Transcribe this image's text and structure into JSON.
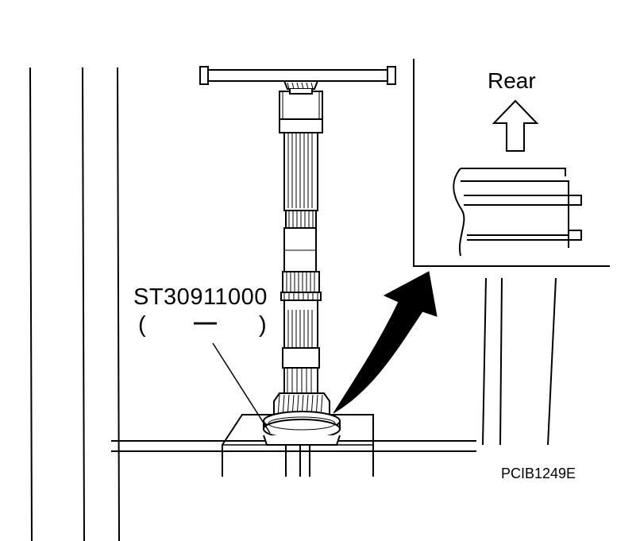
{
  "callout": {
    "tool_number": "ST30911000",
    "paren_open": "(",
    "tool_name": "—",
    "paren_close": ")"
  },
  "inset": {
    "direction_label": "Rear"
  },
  "figure_code": "PCIB1249E"
}
